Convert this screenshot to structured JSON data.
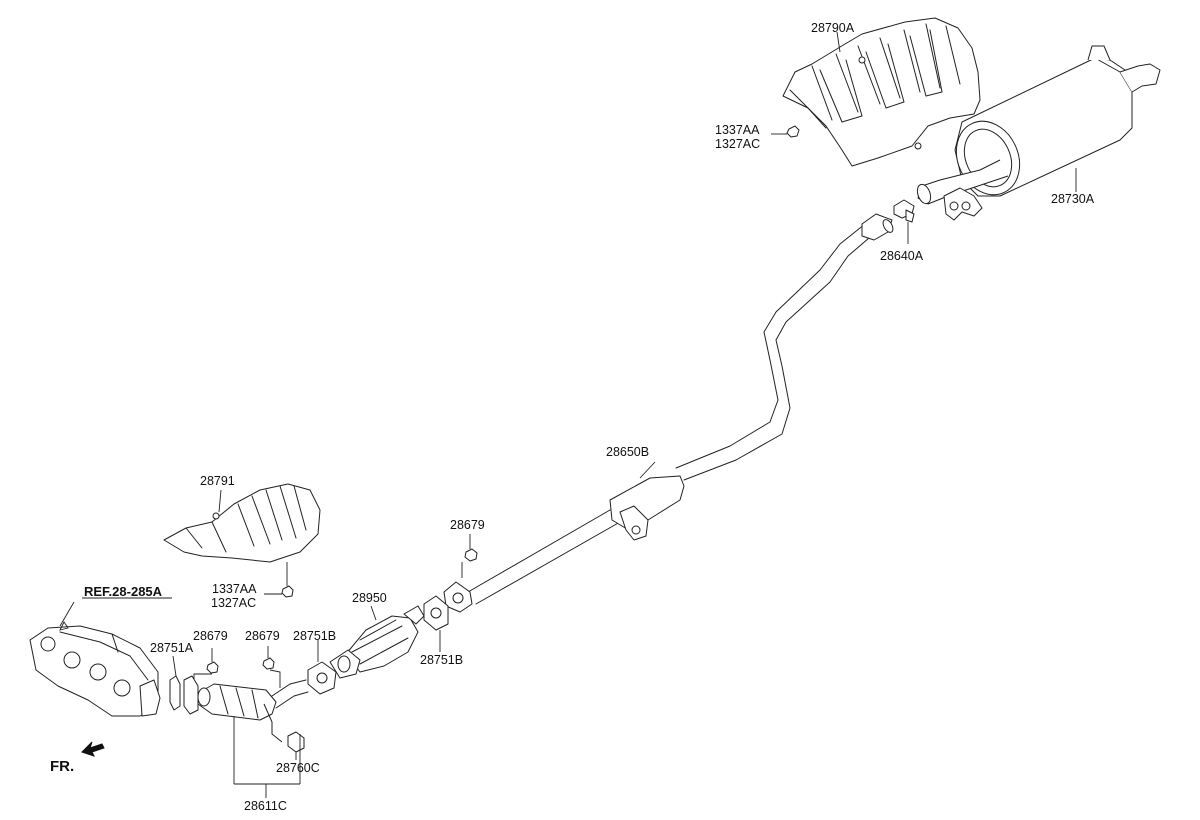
{
  "diagram": {
    "front_indicator": "FR.",
    "reference": "REF.28-285A",
    "callouts": {
      "heat_shield_rear": "28790A",
      "nut_a_rear": "1337AA",
      "nut_b_rear": "1327AC",
      "muffler_rear": "28730A",
      "hanger_rear": "28640A",
      "center_pipe": "28650B",
      "nut_center": "28679",
      "heat_shield_front": "28791",
      "nut_a_front": "1337AA",
      "nut_b_front": "1327AC",
      "catalytic_converter": "28950",
      "gasket_a": "28751B",
      "gasket_b": "28751B",
      "gasket_c": "28751A",
      "nut_1": "28679",
      "nut_2": "28679",
      "hanger_front": "28760C",
      "front_pipe": "28611C"
    }
  }
}
